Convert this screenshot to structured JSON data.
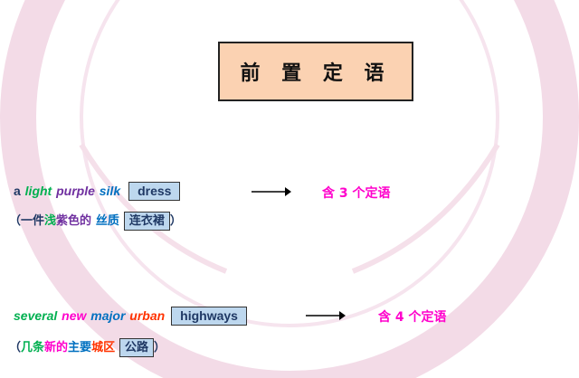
{
  "title": "前 置 定 语",
  "example1": {
    "words": [
      {
        "text": "a",
        "color": "#1f3864",
        "italic": false
      },
      {
        "text": "light",
        "color": "#00b050",
        "italic": true
      },
      {
        "text": "purple",
        "color": "#7030a0",
        "italic": true
      },
      {
        "text": "silk",
        "color": "#0070c0",
        "italic": true
      }
    ],
    "noun": "dress",
    "note": "含 3 个定语",
    "zh_open": "（一件",
    "zh_words": [
      {
        "text": "浅",
        "color": "#00b050"
      },
      {
        "text": "紫色的",
        "color": "#7030a0"
      },
      {
        "text": "丝质",
        "color": "#0070c0"
      }
    ],
    "zh_noun": "连衣裙",
    "zh_close": "）"
  },
  "example2": {
    "words": [
      {
        "text": "several",
        "color": "#00b050",
        "italic": true
      },
      {
        "text": "new",
        "color": "#ff00cc",
        "italic": true
      },
      {
        "text": "major",
        "color": "#0070c0",
        "italic": true
      },
      {
        "text": "urban",
        "color": "#ff3300",
        "italic": true
      }
    ],
    "noun": "highways",
    "note": "含 4 个定语",
    "zh_open": "（",
    "zh_words": [
      {
        "text": "几条",
        "color": "#00b050"
      },
      {
        "text": "新的",
        "color": "#ff00cc"
      },
      {
        "text": "主要",
        "color": "#0070c0"
      },
      {
        "text": "城区",
        "color": "#ff3300"
      }
    ],
    "zh_noun": "公路",
    "zh_close": "）"
  },
  "colors": {
    "title_bg": "#fbd2b2",
    "noun_box_bg": "#bdd7ee",
    "note": "#ff00cc",
    "watermark": "#f3dbe7"
  }
}
